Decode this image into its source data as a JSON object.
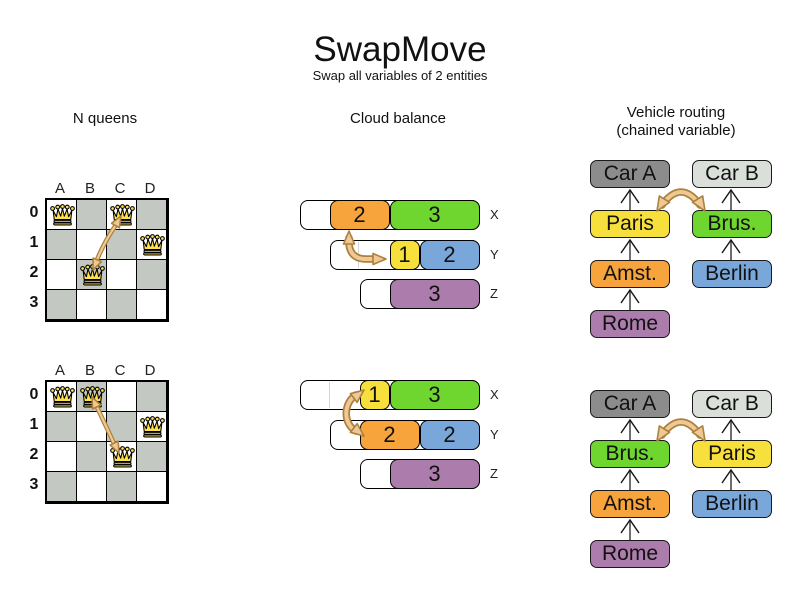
{
  "page": {
    "title": "SwapMove",
    "subtitle": "Swap all variables of 2 entities"
  },
  "colors": {
    "orange": "#F6A43B",
    "green": "#6FD52F",
    "yellow": "#F8E03C",
    "blue": "#79A7D9",
    "purple": "#AC7CAC",
    "car_dark": "#8C8C8C",
    "car_light": "#DBDFDA",
    "board_gray": "#C3C8C2",
    "queen_gold": "#FFE14C",
    "swap_fill": "#F0C893",
    "swap_stroke": "#AA813E",
    "chain_line": "#4a4a4a"
  },
  "nqueens": {
    "title": "N queens",
    "columns": [
      "A",
      "B",
      "C",
      "D"
    ],
    "rows": [
      "0",
      "1",
      "2",
      "3"
    ],
    "before": {
      "queens": [
        "A0",
        "C0",
        "D1",
        "B2"
      ]
    },
    "after": {
      "queens": [
        "A0",
        "B0",
        "D1",
        "C2"
      ]
    }
  },
  "cloud": {
    "title": "Cloud balance",
    "before": {
      "rows": [
        {
          "label": "X",
          "blocks": [
            {
              "value": "2",
              "color": "orange"
            },
            {
              "value": "3",
              "color": "green"
            }
          ]
        },
        {
          "label": "Y",
          "blocks": [
            {
              "value": "1",
              "color": "yellow"
            },
            {
              "value": "2",
              "color": "blue"
            }
          ]
        },
        {
          "label": "Z",
          "blocks": [
            {
              "value": "3",
              "color": "purple"
            }
          ]
        }
      ]
    },
    "after": {
      "rows": [
        {
          "label": "X",
          "blocks": [
            {
              "value": "1",
              "color": "yellow"
            },
            {
              "value": "3",
              "color": "green"
            }
          ]
        },
        {
          "label": "Y",
          "blocks": [
            {
              "value": "2",
              "color": "orange"
            },
            {
              "value": "2",
              "color": "blue"
            }
          ]
        },
        {
          "label": "Z",
          "blocks": [
            {
              "value": "3",
              "color": "purple"
            }
          ]
        }
      ]
    }
  },
  "vehicle": {
    "title": "Vehicle routing",
    "subtitle": "(chained variable)",
    "before": {
      "left_chain": [
        "Car A",
        "Paris",
        "Amst.",
        "Rome"
      ],
      "right_chain": [
        "Car B",
        "Brus.",
        "Berlin"
      ]
    },
    "after": {
      "left_chain": [
        "Car A",
        "Brus.",
        "Amst.",
        "Rome"
      ],
      "right_chain": [
        "Car B",
        "Paris",
        "Berlin"
      ]
    }
  }
}
